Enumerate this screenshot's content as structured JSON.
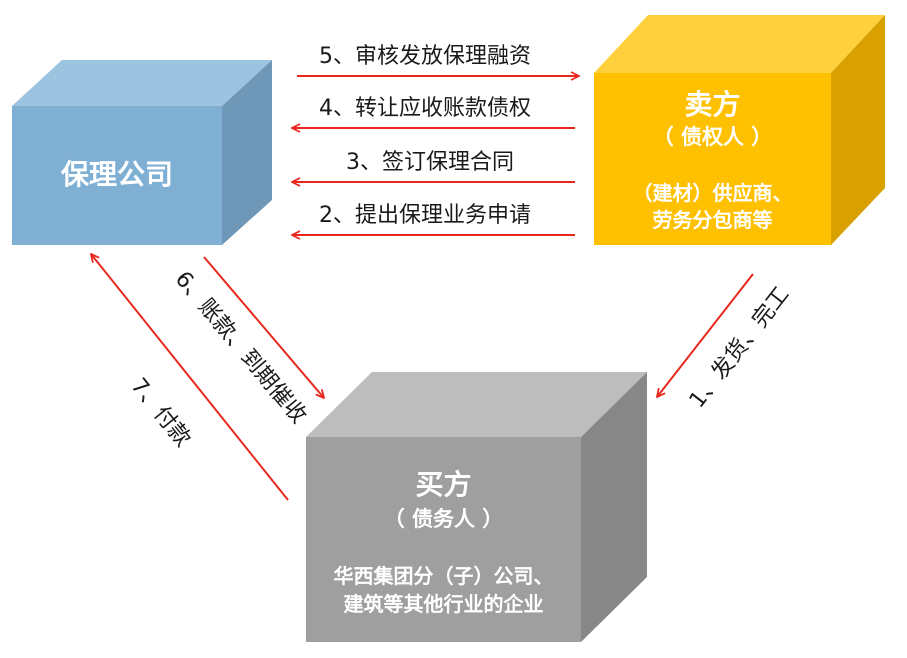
{
  "colors": {
    "arrow": "#e8281e",
    "factor_front": "#7fb0d4",
    "factor_top": "#9cc3e0",
    "factor_side": "#6f98b8",
    "seller_front": "#ffc000",
    "seller_top": "#ffcf3c",
    "seller_side": "#d8a000",
    "buyer_front": "#9f9f9f",
    "buyer_top": "#bdbdbd",
    "buyer_side": "#878787"
  },
  "factoring_company": {
    "name": "保理公司"
  },
  "seller": {
    "title": "卖方",
    "role": "（ 债权人 ）",
    "desc_line1": "（建材）供应商、",
    "desc_line2": "劳务分包商等"
  },
  "buyer": {
    "title": "买方",
    "role": "（ 债务人 ）",
    "desc_line1": "华西集团分（子）公司、",
    "desc_line2": "建筑等其他行业的企业"
  },
  "steps": {
    "s1": "1、发货、完工",
    "s2": "2、提出保理业务申请",
    "s3": "3、签订保理合同",
    "s4": "4、转让应收账款债权",
    "s5": "5、审核发放保理融资",
    "s6": "6、账款、到期催收",
    "s7": "7、付款"
  }
}
